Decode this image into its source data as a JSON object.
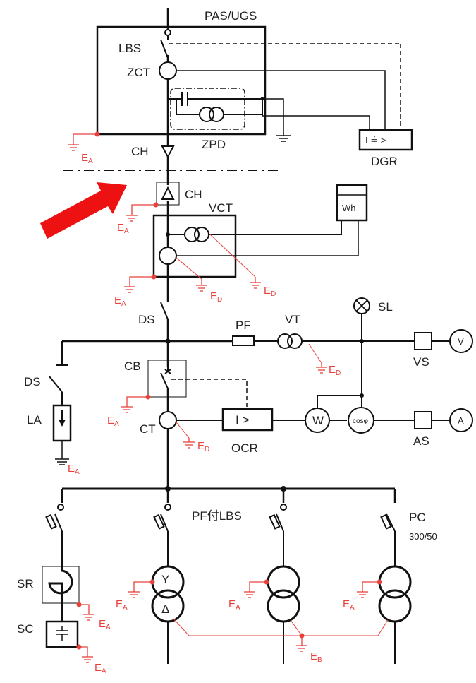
{
  "labels": {
    "pas_ugs": "PAS/UGS",
    "lbs": "LBS",
    "zct": "ZCT",
    "zpd": "ZPD",
    "ch_top": "CH",
    "dgr": "DGR",
    "ch_mid": "CH",
    "vct": "VCT",
    "wh": "Wh",
    "ds_main": "DS",
    "sl": "SL",
    "pf": "PF",
    "vt": "VT",
    "vs": "VS",
    "v_meter": "V",
    "cb": "CB",
    "ds_branch": "DS",
    "la": "LA",
    "ct": "CT",
    "ocr": "OCR",
    "w_meter": "W",
    "cos_meter": "cosφ",
    "as": "AS",
    "a_meter": "A",
    "pf_lbs": "PF付LBS",
    "pc": "PC",
    "pc_rating": "300/50",
    "sr": "SR",
    "sc": "SC",
    "relay_symbol": "I >",
    "dgr_symbol": "I ≟ >",
    "delta": "Δ",
    "wye": "Y"
  },
  "earth": {
    "letter": "E",
    "sub_a": "A",
    "sub_d": "D",
    "sub_b": "B"
  },
  "colors": {
    "line": "#111111",
    "earth": "#e8413c",
    "arrow": "#ee1111"
  }
}
